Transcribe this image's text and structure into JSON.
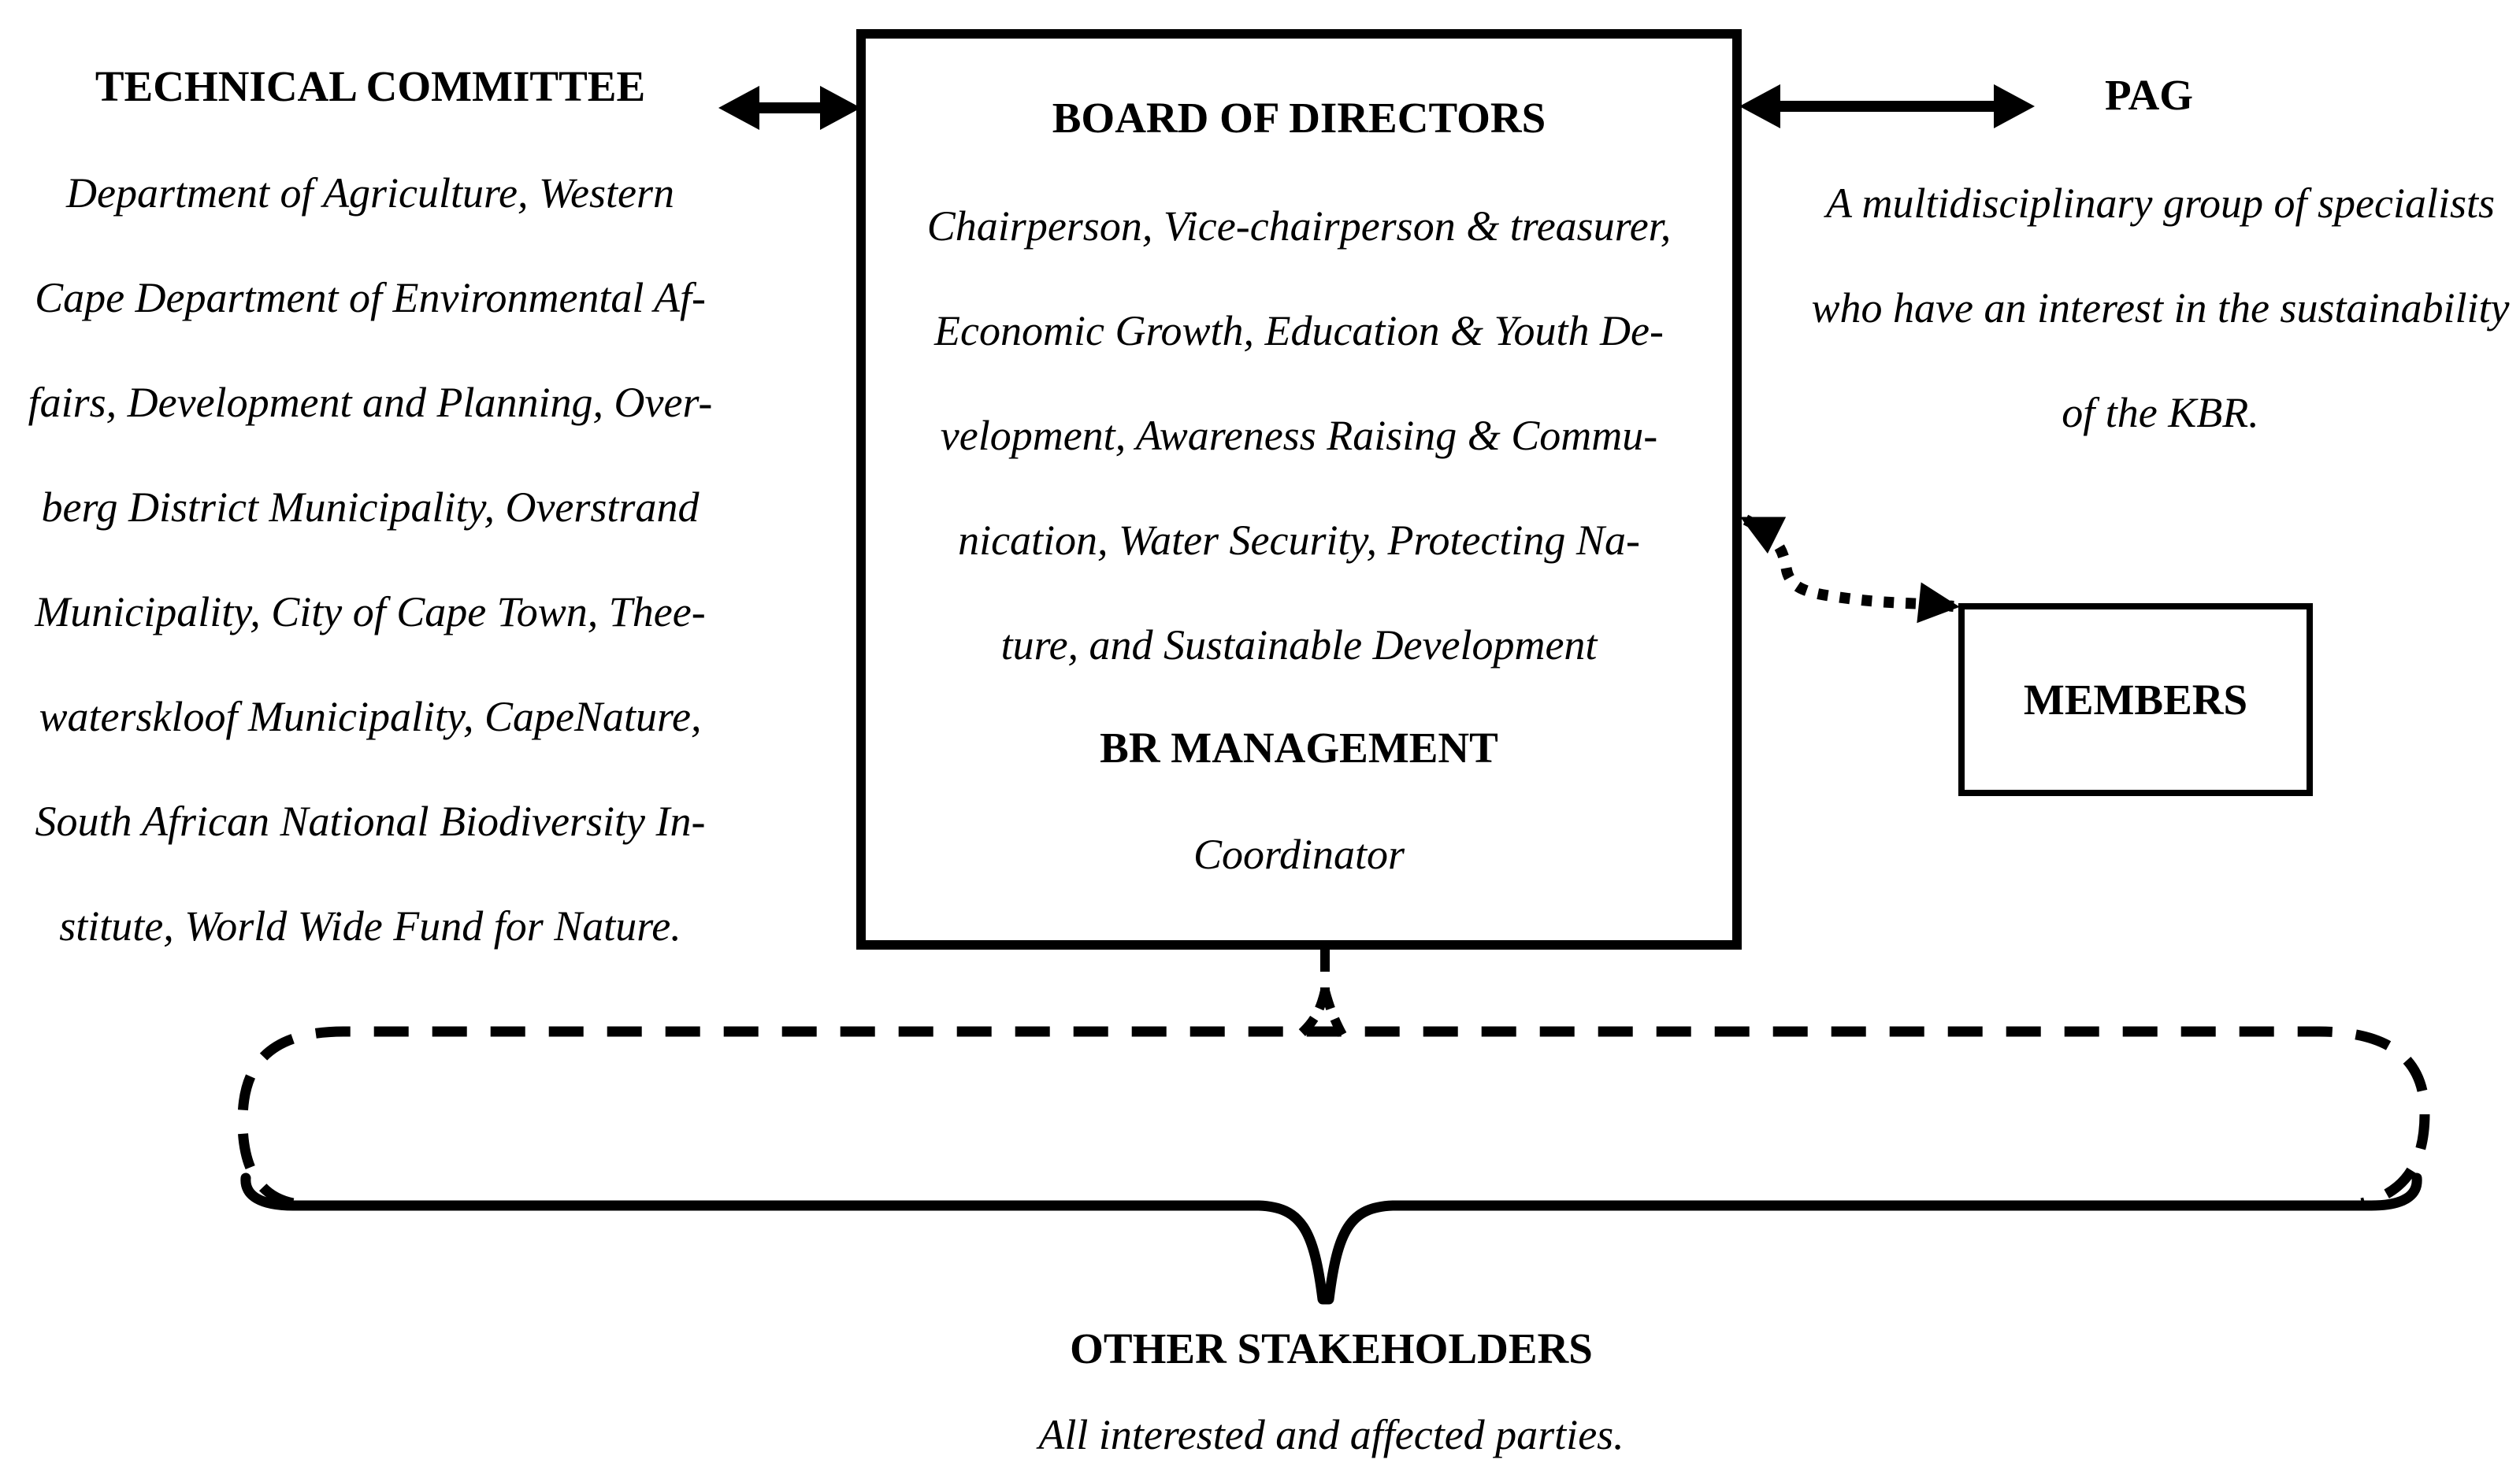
{
  "colors": {
    "ink": "#000000",
    "background": "#ffffff"
  },
  "technical_committee": {
    "title": "TECHNICAL COMMITTEE",
    "lines": [
      "Department of Agriculture, Western",
      "Cape Department of Environmental Af-",
      "fairs, Development and Planning, Over-",
      "berg District Municipality, Overstrand",
      "Municipality, City of Cape Town, Thee-",
      "waterskloof Municipality, CapeNature,",
      "South African National Biodiversity In-",
      "stitute, World Wide Fund for Nature."
    ]
  },
  "board": {
    "title": "BOARD OF DIRECTORS",
    "lines": [
      "Chairperson, Vice-chairperson & treasurer,",
      "Economic Growth, Education & Youth De-",
      "velopment, Awareness Raising & Commu-",
      "nication, Water Security, Protecting Na-",
      "ture, and Sustainable Development"
    ],
    "management_title": "BR MANAGEMENT",
    "management_role": "Coordinator"
  },
  "pag": {
    "title": "PAG",
    "lines": [
      "A multidisciplinary group of specialists",
      "who have an interest in the sustainability",
      "of the KBR."
    ]
  },
  "members": {
    "title": "MEMBERS"
  },
  "stakeholders": {
    "title": "OTHER STAKEHOLDERS",
    "subtitle": "All interested and affected parties."
  }
}
